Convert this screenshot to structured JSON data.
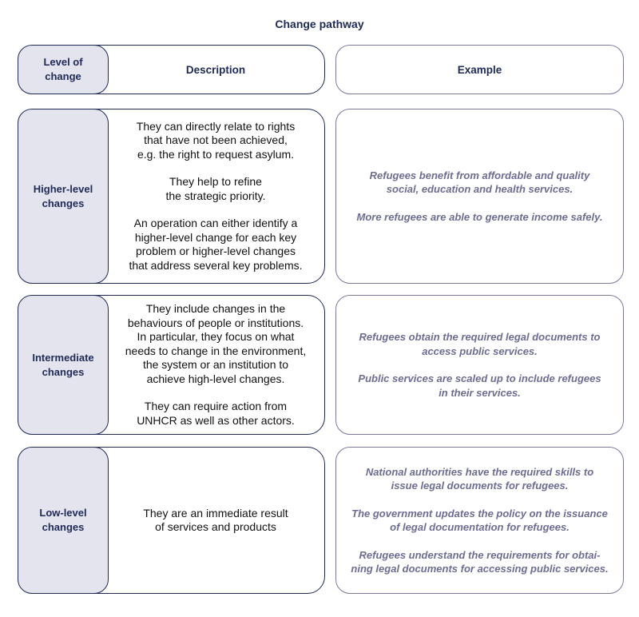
{
  "title": "Change pathway",
  "header": {
    "level": "Level of\nchange",
    "description": "Description",
    "example": "Example"
  },
  "rows": [
    {
      "level": "Higher-level\nchanges",
      "description": [
        "They can directly relate to rights\nthat have not been achieved,\ne.g. the right to request asylum.",
        "They help to refine\nthe strategic priority.",
        "An operation can either identify a\nhigher-level change for each key\nproblem or higher-level changes\nthat address several key problems."
      ],
      "examples": [
        "Refugees benefit from affordable and quality\nsocial, education and health services.",
        "More refugees are able to generate income safely."
      ]
    },
    {
      "level": "Intermediate\nchanges",
      "description": [
        "They include changes in the\nbehaviours of people or institutions.\nIn particular, they focus on what\nneeds to change in the environment,\nthe system or an institution to\nachieve high-level changes.",
        "They can require action from\nUNHCR as well as other actors."
      ],
      "examples": [
        "Refugees obtain the required legal documents to\naccess public services.",
        "Public services are scaled up to include refugees\nin their services."
      ]
    },
    {
      "level": "Low-level\nchanges",
      "description": [
        "They are an immediate result\nof services and products"
      ],
      "examples": [
        "National authorities have the required skills to\nissue legal documents for refugees.",
        "The government updates the policy on the issuance\nof legal documentation for refugees.",
        "Refugees understand the requirements for obtai-\nning legal documents for accessing public services."
      ]
    }
  ]
}
